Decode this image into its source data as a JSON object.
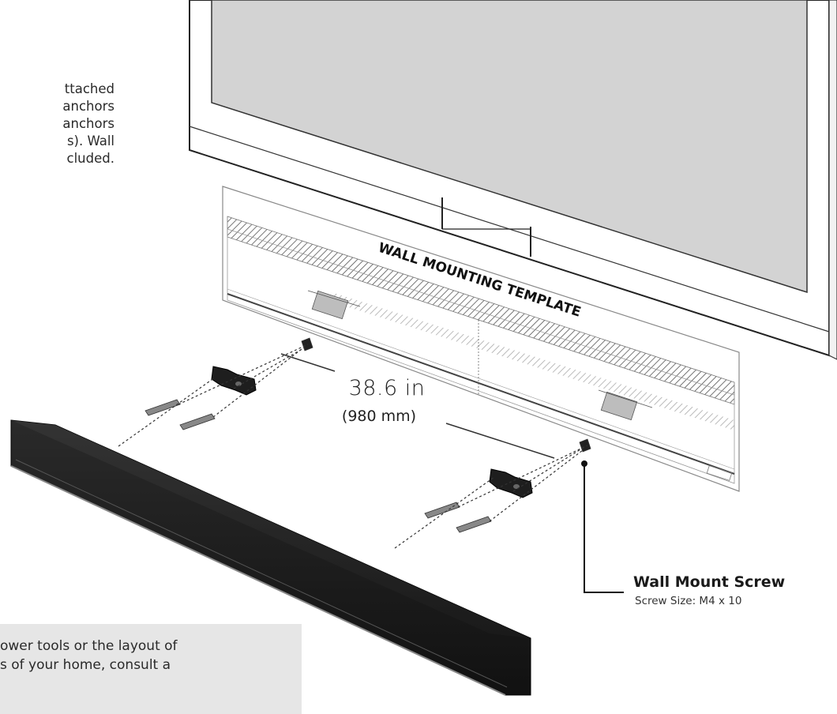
{
  "side_note_lines": [
    "ttached",
    "anchors",
    "anchors",
    "s).    Wall",
    "cluded."
  ],
  "template": {
    "title": "WALL MOUNTING TEMPLATE"
  },
  "dimension": {
    "inches": "38.6 in",
    "millimeters": "(980 mm)"
  },
  "callout": {
    "title": "Wall Mount Screw",
    "subtitle": "Screw Size: M4 x 10"
  },
  "bottom_note_lines": [
    "ower tools or the layout of",
    "s of your home, consult a"
  ]
}
